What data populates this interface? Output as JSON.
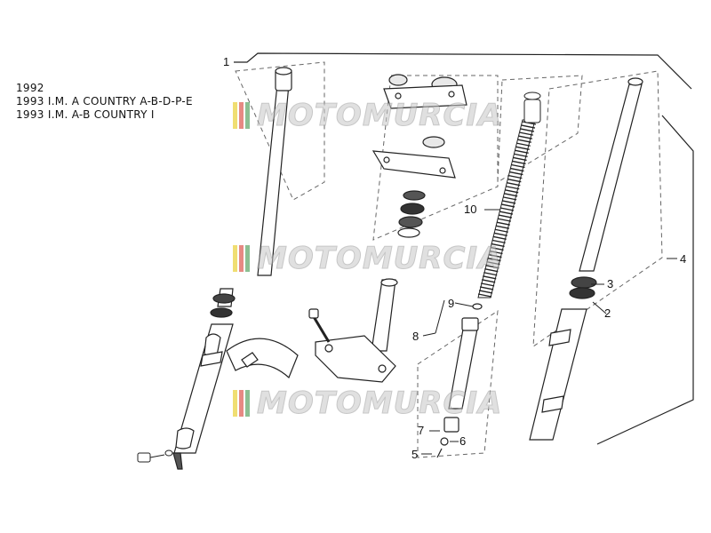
{
  "caption": {
    "lines": [
      "1992",
      "1993 I.M. A COUNTRY A-B-D-P-E",
      "1993 I.M. A-B COUNTRY I"
    ]
  },
  "callouts": {
    "c1": "1",
    "c2": "2",
    "c3": "3",
    "c4": "4",
    "c5": "5",
    "c6": "6",
    "c7": "7",
    "c8": "8",
    "c9": "9",
    "c10": "10"
  },
  "watermark": {
    "text": "MOTOMURCIA",
    "flag_colors": [
      "#e4c400",
      "#d22a1e",
      "#2e8b3a"
    ]
  },
  "colors": {
    "line": "#222222",
    "dash": "#555555"
  }
}
